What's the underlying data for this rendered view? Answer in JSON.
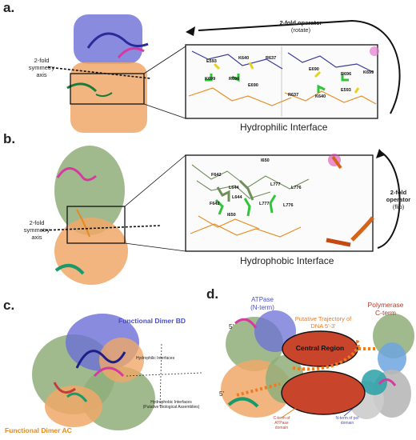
{
  "panels": {
    "a": {
      "label": "a.",
      "axis_label_line1": "2-fold",
      "axis_label_line2": "symmetry",
      "axis_label_line3": "axis",
      "operator_line1": "2-fold operator",
      "operator_line2": "(rotate)",
      "interface_caption": "Hydrophilic Interface",
      "residues_left": [
        "E593",
        "K640",
        "R637",
        "K699",
        "R696",
        "E690"
      ],
      "residues_right": [
        "E690",
        "R696",
        "K699",
        "R637",
        "K640",
        "E593"
      ]
    },
    "b": {
      "label": "b.",
      "axis_label_line1": "2-fold",
      "axis_label_line2": "symmetry",
      "axis_label_line3": "axis",
      "operator_line1": "2-fold",
      "operator_line2": "operator",
      "operator_line3": "(flip)",
      "interface_caption": "Hydrophobic Interface",
      "residues": [
        "I650",
        "F642",
        "L644",
        "L777",
        "L776",
        "L644",
        "F642",
        "L777",
        "L776",
        "I650"
      ]
    },
    "c": {
      "label": "c.",
      "dimer_bd": "Functional Dimer BD",
      "dimer_ac": "Functional Dimer AC",
      "hydrophilic": "Hydrophilic Interfaces",
      "hydrophobic_line1": "Hydrophobic Interfaces",
      "hydrophobic_line2": "(Putative Biological Assemblies)"
    },
    "d": {
      "label": "d.",
      "atpase_line1": "ATPase",
      "atpase_line2": "(N-term)",
      "polymerase_line1": "Polymerase",
      "polymerase_line2": "C-term",
      "trajectory_line1": "Putative Trajectory of",
      "trajectory_line2": "DNA 5'-3'",
      "central_region": "Central Region",
      "five_prime_top": "5'",
      "five_prime_bottom": "5'",
      "cterm_line1": "C-term of",
      "cterm_line2": "ATPase",
      "cterm_line3": "domain",
      "nterm_line1": "N-term of pol",
      "nterm_line2": "domain"
    }
  },
  "colors": {
    "atpase_blue": "#6b6fd6",
    "orange": "#f0a868",
    "green": "#8fae7a",
    "dimer_bd_text": "#4a4fc4",
    "dimer_ac_text": "#e8891e",
    "polymerase_text": "#b23a2a",
    "trajectory_text": "#f07a1e",
    "central_fill": "#c8452c"
  }
}
